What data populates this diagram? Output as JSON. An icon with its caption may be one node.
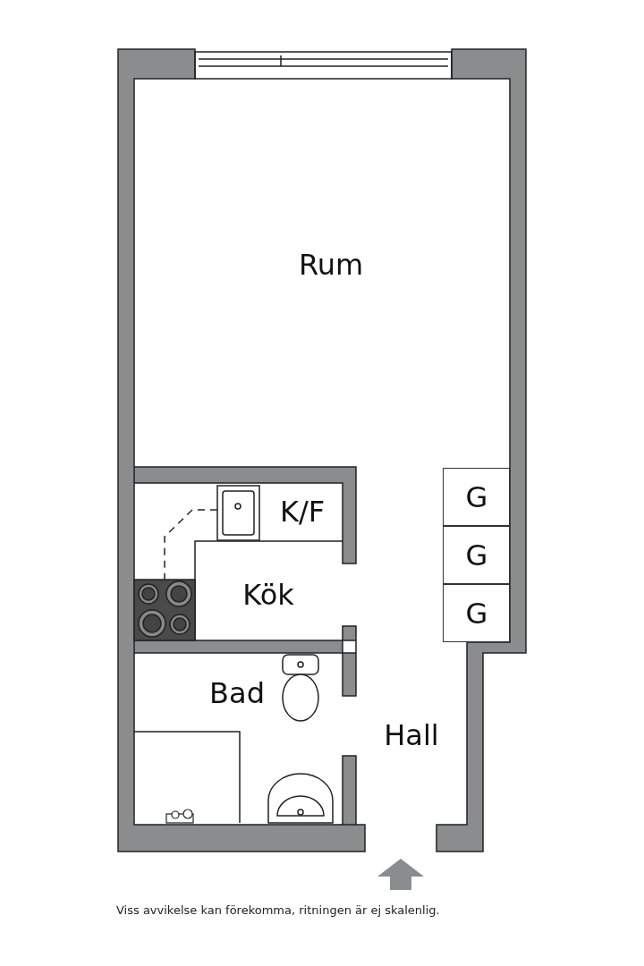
{
  "diagram": {
    "caption": "Viss avvikelse kan förekomma, ritningen är ej skalenlig.",
    "nodes": [
      {
        "text": [
          "Rum"
        ]
      },
      {
        "text": [
          "Kök"
        ]
      },
      {
        "text": [
          "Bad"
        ]
      },
      {
        "text": [
          "Hall"
        ]
      },
      {
        "text": [
          "G"
        ]
      },
      {
        "text": [
          "G"
        ]
      },
      {
        "text": [
          "G"
        ]
      }
    ],
    "labels": [
      "K/F"
    ]
  }
}
